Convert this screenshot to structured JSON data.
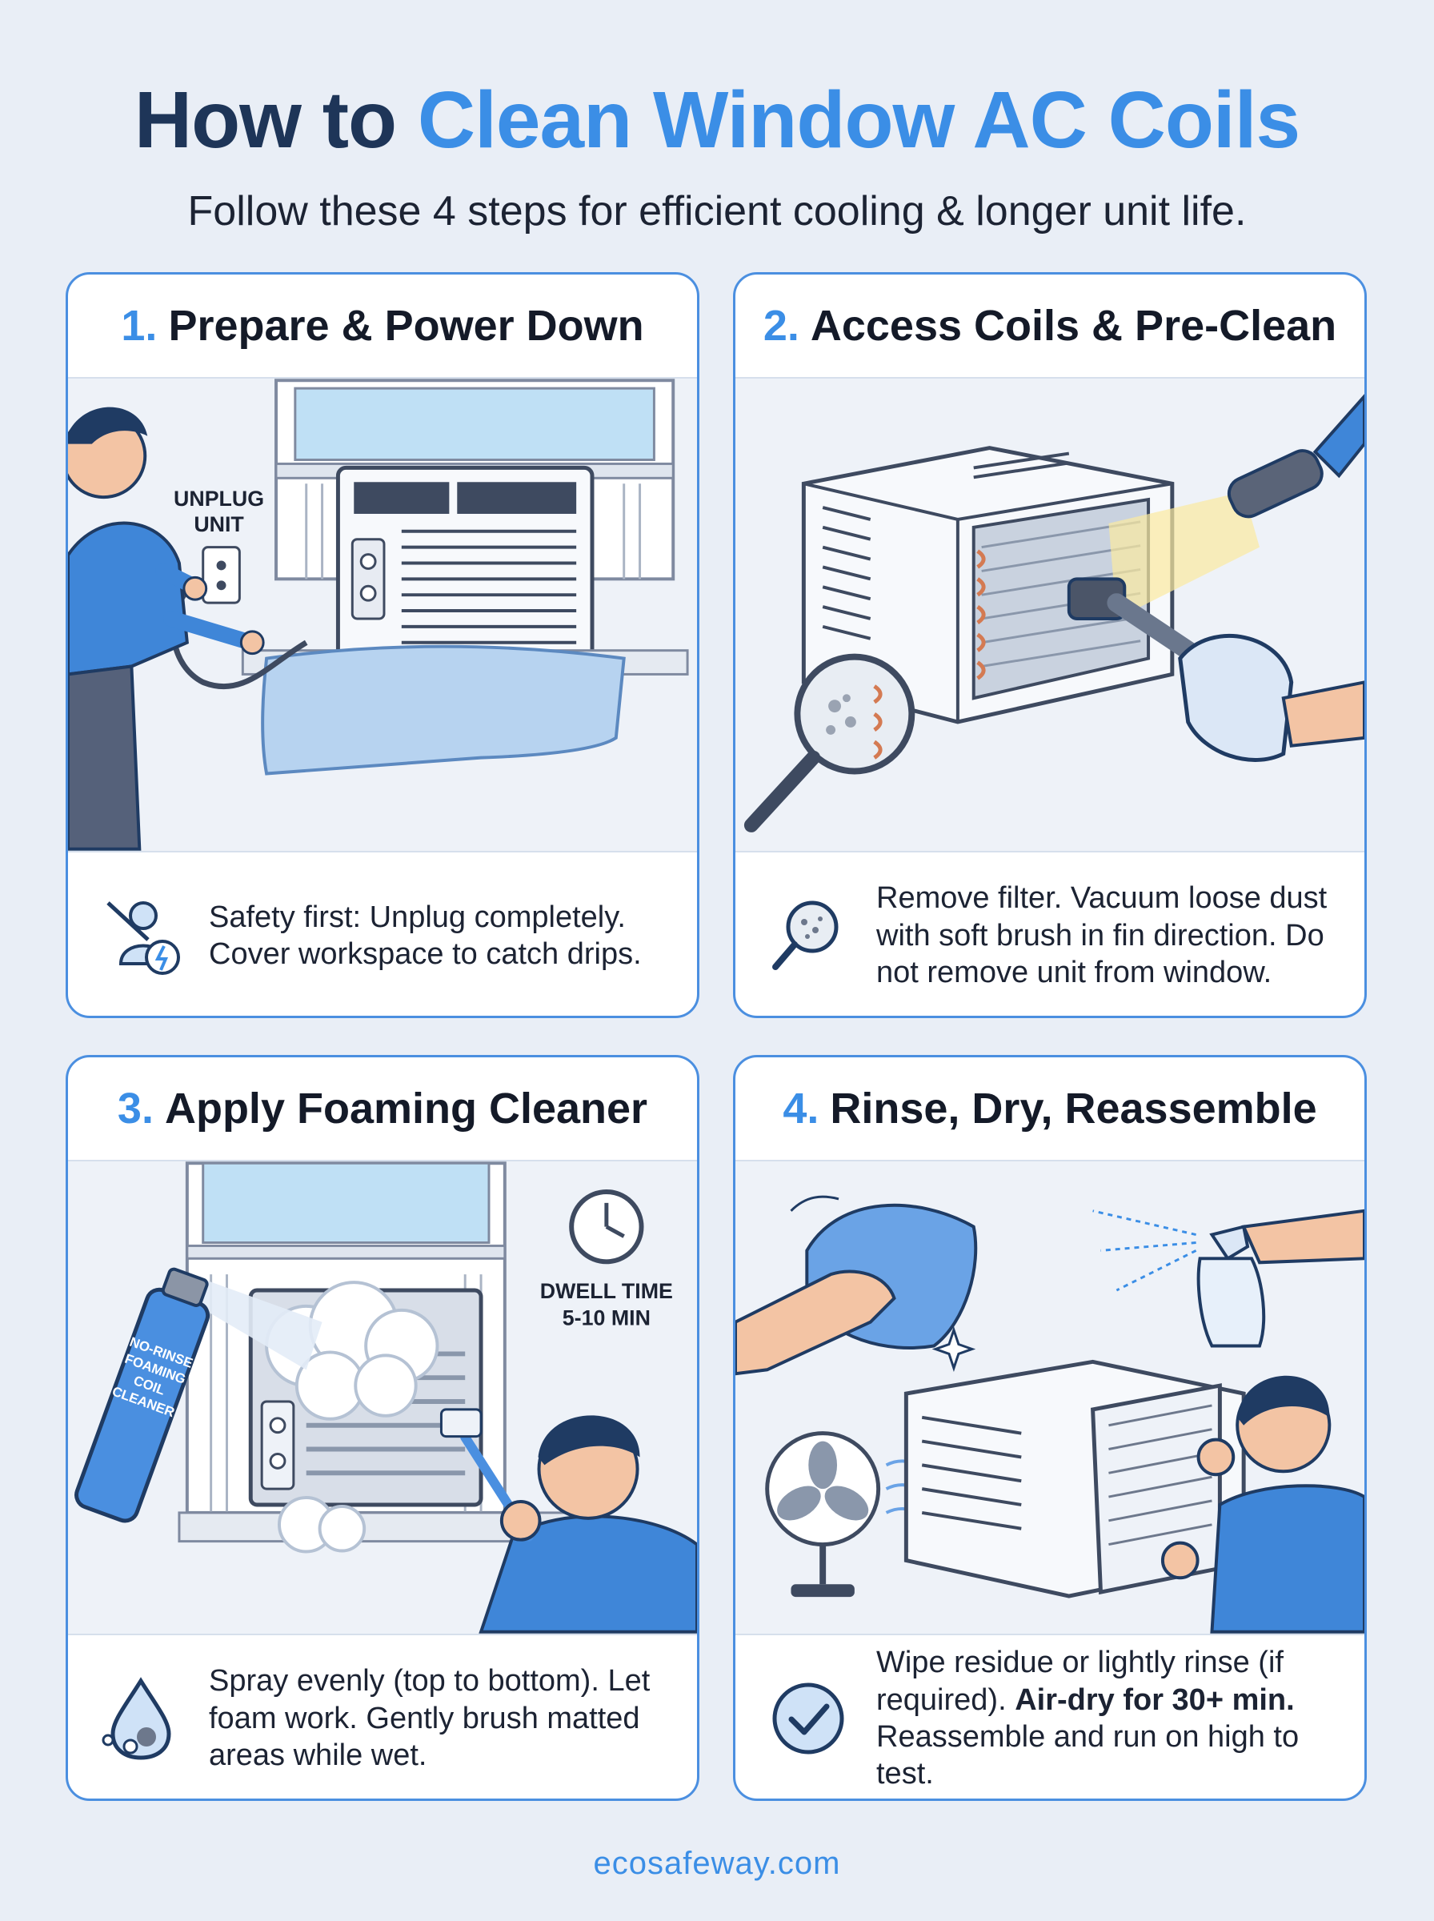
{
  "header": {
    "title_lead": "How to",
    "title_accent": "Clean Window AC Coils",
    "subtitle": "Follow these 4 steps for efficient cooling & longer unit life."
  },
  "steps": [
    {
      "number": "1.",
      "title": "Prepare & Power Down",
      "label_line1": "UNPLUG",
      "label_line2": "UNIT",
      "text": "Safety first: Unplug completely. Cover workspace to catch drips."
    },
    {
      "number": "2.",
      "title": "Access Coils & Pre-Clean",
      "text": "Remove filter. Vacuum loose dust with soft brush in fin direction. Do not remove unit from window."
    },
    {
      "number": "3.",
      "title": "Apply Foaming Cleaner",
      "label_line1": "DWELL TIME",
      "label_line2": "5-10 MIN",
      "can_line1": "NO-RINSE",
      "can_line2": "FOAMING",
      "can_line3": "COIL",
      "can_line4": "CLEANER",
      "text": "Spray evenly (top to bottom). Let foam work. Gently brush matted areas while wet."
    },
    {
      "number": "4.",
      "title": "Rinse, Dry, Reassemble",
      "text_part1": "Wipe residue or lightly rinse (if required).",
      "text_bold": "Air-dry for 30+ min.",
      "text_part2": "Reassemble and run on high to test."
    }
  ],
  "footer": {
    "site": "ecosafeway.com"
  },
  "colors": {
    "accent": "#3b8ee6",
    "navy": "#1e3558",
    "border": "#4b8fe0"
  }
}
